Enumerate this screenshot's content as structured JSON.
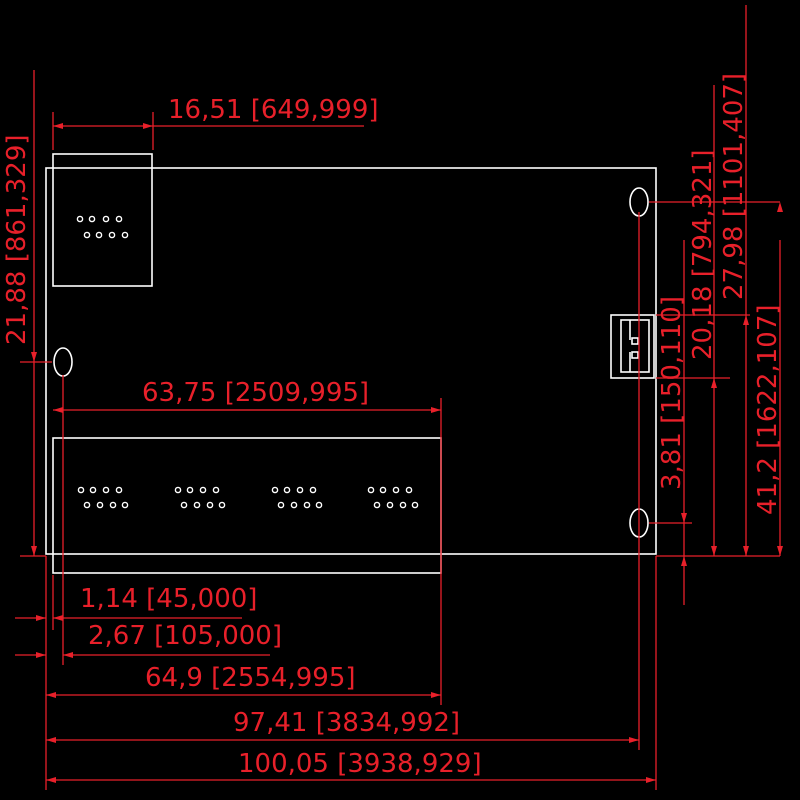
{
  "colors": {
    "background": "#000000",
    "outline": "#ffffff",
    "dimension": "#e8202a"
  },
  "dimensions": {
    "usb_width": "16,51 [649,999]",
    "left_height": "21,88 [861,329]",
    "rj45_width": "63,75 [2509,995]",
    "offset_a": "1,14 [45,000]",
    "offset_b": "2,67 [105,000]",
    "rj45_span": "64,9 [2554,995]",
    "hole_span": "97,41 [3834,992]",
    "board_width": "100,05 [3938,929]",
    "right_d1": "3,81 [150,110]",
    "right_d2": "20,18 [794,321]",
    "right_d3": "27,98 [1101,407]",
    "right_d4": "41,2 [1622,107]"
  }
}
